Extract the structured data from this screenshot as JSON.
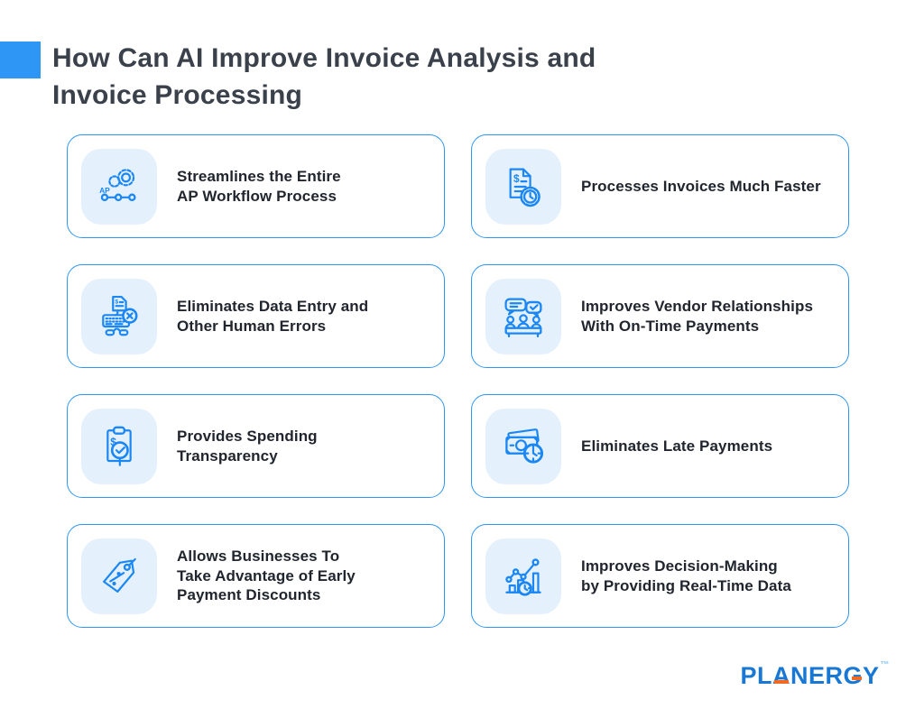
{
  "header": {
    "title_line1": "How Can AI Improve Invoice Analysis and",
    "title_line2": "Invoice Processing"
  },
  "cards": [
    {
      "icon": "ap-workflow-gears-icon",
      "icon_text": "AP",
      "title": "Streamlines the Entire\nAP Workflow Process"
    },
    {
      "icon": "invoice-clock-badge-icon",
      "icon_text": "$",
      "title": "Processes Invoices Much Faster"
    },
    {
      "icon": "keyboard-error-icon",
      "icon_text": "$",
      "title": "Eliminates Data Entry and\nOther Human Errors"
    },
    {
      "icon": "vendor-meeting-chat-icon",
      "title": "Improves Vendor Relationships\nWith On-Time Payments"
    },
    {
      "icon": "clipboard-magnifier-check-icon",
      "icon_text": "$",
      "title": "Provides Spending\nTransparency"
    },
    {
      "icon": "cash-clock-icon",
      "title": "Eliminates Late Payments"
    },
    {
      "icon": "discount-tag-icon",
      "title": "Allows Businesses To\nTake Advantage of Early\nPayment Discounts"
    },
    {
      "icon": "realtime-chart-clock-icon",
      "title": "Improves Decision-Making\nby Providing Real-Time Data"
    }
  ],
  "footer": {
    "logo_letters": [
      "P",
      "L",
      "A",
      "N",
      "E",
      "R",
      "G",
      "Y"
    ],
    "trademark": "™"
  },
  "colors": {
    "accent_blue": "#2E96F5",
    "icon_stroke": "#1B87F5",
    "icon_tile_bg": "#E4F1FD",
    "title_text": "#3A414B",
    "card_text": "#20252E",
    "logo_blue": "#1878D3",
    "logo_orange": "#F26A21"
  }
}
